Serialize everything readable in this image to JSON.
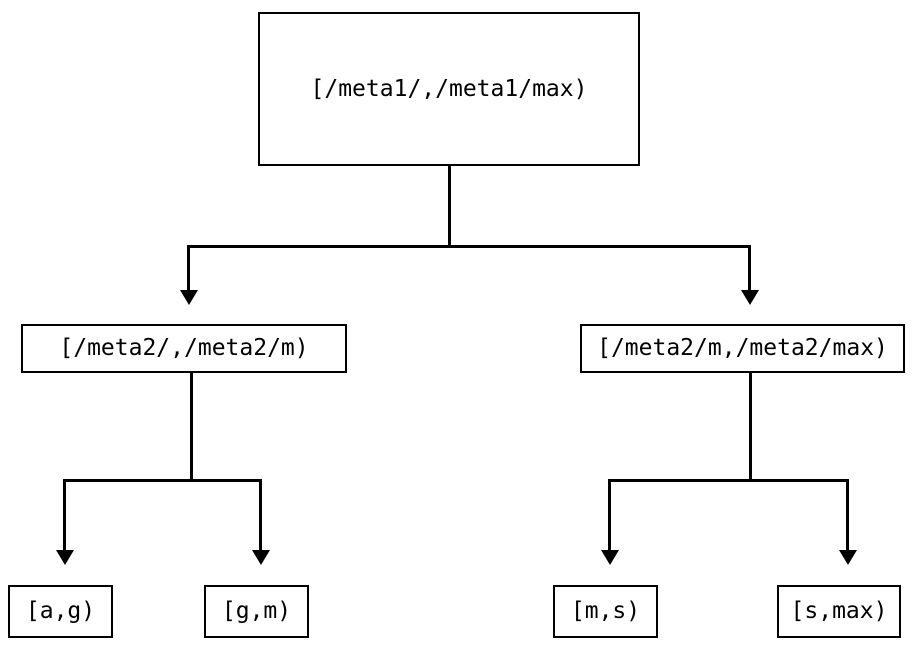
{
  "diagram": {
    "type": "binary-interval-tree",
    "title": "",
    "orientation": "top-down",
    "colors": {
      "background": "#ffffff",
      "stroke": "#000000",
      "text": "#000000",
      "node_fill": "#ffffff"
    },
    "levels": [
      {
        "name": "root",
        "nodes": [
          {
            "id": "root",
            "label": "[/meta1/,/meta1/max)"
          }
        ]
      },
      {
        "name": "level-2",
        "nodes": [
          {
            "id": "mid-left",
            "label": "[/meta2/,/meta2/m)"
          },
          {
            "id": "mid-right",
            "label": "[/meta2/m,/meta2/max)"
          }
        ]
      },
      {
        "name": "leaves",
        "nodes": [
          {
            "id": "leaf-1",
            "label": "[a,g)"
          },
          {
            "id": "leaf-2",
            "label": "[g,m)"
          },
          {
            "id": "leaf-3",
            "label": "[m,s)"
          },
          {
            "id": "leaf-4",
            "label": "[s,max)"
          }
        ]
      }
    ],
    "edges": [
      {
        "from": "root",
        "to": "mid-left",
        "arrow": "down"
      },
      {
        "from": "root",
        "to": "mid-right",
        "arrow": "down"
      },
      {
        "from": "mid-left",
        "to": "leaf-1",
        "arrow": "down"
      },
      {
        "from": "mid-left",
        "to": "leaf-2",
        "arrow": "down"
      },
      {
        "from": "mid-right",
        "to": "leaf-3",
        "arrow": "down"
      },
      {
        "from": "mid-right",
        "to": "leaf-4",
        "arrow": "down"
      }
    ]
  }
}
